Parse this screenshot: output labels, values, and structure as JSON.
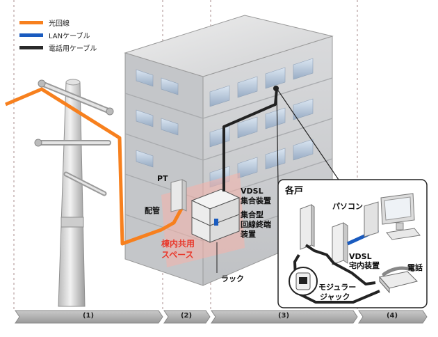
{
  "legend": [
    {
      "label": "光回線",
      "color": "#f7801e"
    },
    {
      "label": "LANケーブル",
      "color": "#1a5bbf"
    },
    {
      "label": "電話用ケーブル",
      "color": "#2a2a2a"
    }
  ],
  "labels": {
    "pt": "PT",
    "haikan": "配管",
    "vdsl_line1": "VDSL",
    "vdsl_line2": "集合装置",
    "shugo_line1": "集合型",
    "shugo_line2": "回線終端",
    "shugo_line3": "装置",
    "space_line1": "棟内共用",
    "space_line2": "スペース",
    "rack": "ラック",
    "each_unit": "各戸",
    "pc": "パソコン",
    "vdsl_home_line1": "VDSL",
    "vdsl_home_line2": "宅内装置",
    "phone": "電話",
    "modular_line1": "モジュラー",
    "modular_line2": "ジャック"
  },
  "segments": [
    "(1)",
    "(2)",
    "(3)",
    "(4)"
  ]
}
